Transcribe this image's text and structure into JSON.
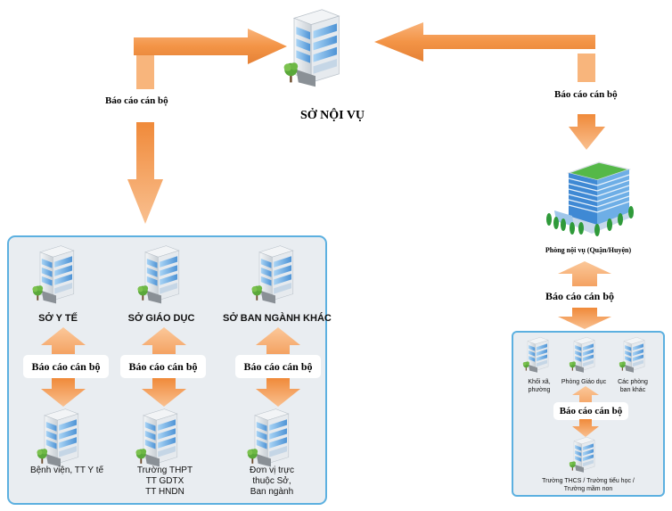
{
  "title": "SỞ NỘI VỤ",
  "report_label": "Báo cáo cán bộ",
  "colors": {
    "arrow": "#f39446",
    "arrow_light": "#f8c08d",
    "panel_bg": "#e9edf1",
    "panel_border": "#5cb0e0"
  },
  "left_branch": {
    "label": "Báo cáo cán bộ",
    "departments": [
      {
        "name": "SỞ Y TẾ",
        "report_label": "Báo cáo cán bộ",
        "unit": [
          "Bệnh viện, TT Y tế"
        ]
      },
      {
        "name": "SỞ GIÁO DỤC",
        "report_label": "Báo cáo cán bộ",
        "unit": [
          "Trường THPT",
          "TT GDTX",
          "TT HNDN"
        ]
      },
      {
        "name": "SỞ BAN NGÀNH KHÁC",
        "report_label": "Báo cáo cán bộ",
        "unit": [
          "Đơn vị trực",
          "thuộc Sở,",
          "Ban ngành"
        ]
      }
    ]
  },
  "right_branch": {
    "label": "Báo cáo cán bộ",
    "district_office": "Phòng nội vụ (Quận/Huyện)",
    "district_report_label": "Báo cáo cán bộ",
    "units": [
      {
        "name": [
          "Khối xã,",
          "phường"
        ]
      },
      {
        "name": [
          "Phòng Giáo dục"
        ]
      },
      {
        "name": [
          "Các phòng",
          "ban khác"
        ]
      }
    ],
    "inner_report_label": "Báo cáo cán bộ",
    "schools": [
      "Trường THCS / Trường tiểu học /",
      "Trường mầm non"
    ]
  }
}
